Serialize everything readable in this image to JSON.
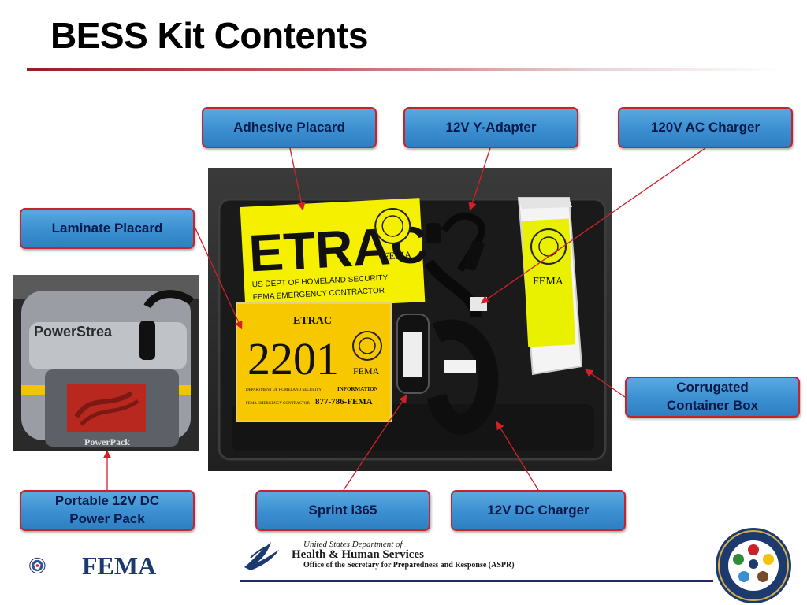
{
  "slide": {
    "title": "BESS Kit Contents"
  },
  "callouts": {
    "adhesive_placard": "Adhesive Placard",
    "y_adapter": "12V Y-Adapter",
    "ac_charger": "120V AC Charger",
    "laminate_placard": "Laminate Placard",
    "corrugated_box_line1": "Corrugated",
    "corrugated_box_line2": "Container Box",
    "power_pack_line1": "Portable 12V DC",
    "power_pack_line2": "Power Pack",
    "sprint": "Sprint i365",
    "dc_charger": "12V DC Charger"
  },
  "photo_labels": {
    "etrac_big": "ETRAC",
    "adhesive_line1": "US DEPT OF HOMELAND SECURITY",
    "adhesive_line2": "FEMA EMERGENCY CONTRACTOR",
    "fema_small": "FEMA",
    "laminate_etrac": "ETRAC",
    "laminate_number": "2201",
    "laminate_dept": "DEPARTMENT OF HOMELAND SECURITY",
    "laminate_info": "INFORMATION",
    "laminate_contractor": "FEMA EMERGENCY CONTRACTOR",
    "laminate_phone": "877-786-FEMA",
    "box_fema": "FEMA",
    "powerstream": "PowerStrea",
    "powerpack": "PowerPack"
  },
  "footer": {
    "fema_label": "FEMA",
    "hhs_line1": "United States Department of",
    "hhs_line2": "Health & Human Services",
    "hhs_line3": "Office of the Secretary for Preparedness and Response (ASPR)"
  },
  "colors": {
    "callout_fill": "#3b8fd1",
    "callout_border": "#c8232b",
    "callout_text": "#081a4a",
    "arrow": "#d0202a",
    "placard_yellow": "#f5f000",
    "laminate_yellow": "#f7c800",
    "title_rule": "#9b1b1f"
  }
}
